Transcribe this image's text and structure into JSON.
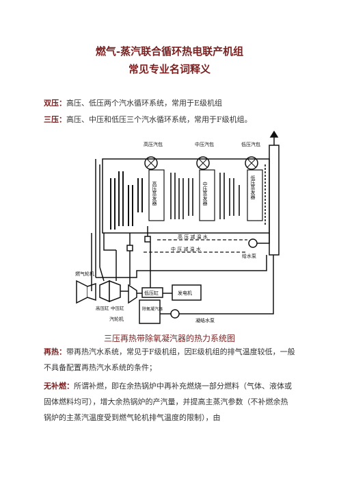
{
  "title_line1": "燃气-蒸汽联合循环热电联产机组",
  "title_line2": "常见专业名词释义",
  "definitions": [
    {
      "term": "双压：",
      "text": "高压、低压两个汽水循环系统，常用于E级机组"
    },
    {
      "term": "三压：",
      "text": "高压、中压和低压三个汽水循环系统，常用于F级机组。"
    }
  ],
  "diagram": {
    "labels": {
      "hp_drum": "高压汽包",
      "ip_drum": "中压汽包",
      "lp_drum": "低压汽包",
      "hp_evap": "高压蒸发器",
      "ip_evap": "中压蒸发器",
      "lp_evap": "低压蒸发器",
      "hp_desuper": "高 压 减 温 水",
      "ip_desuper": "中 压 减 温 水",
      "feed_pump": "给水泵",
      "gas_turbine": "燃气轮机",
      "hp_cyl": "高压缸",
      "ip_cyl": "中压缸",
      "steam_turbine": "汽轮机",
      "lp_cyl": "低压缸",
      "generator": "发电机",
      "deaerator": "除氧凝汽器",
      "condensate_pump": "凝结水泵"
    }
  },
  "caption": "三压再热带除氧凝汽器的热力系统图",
  "reheat": {
    "term": "再热：",
    "text": "带再热汽水系统，常见于F级机组，因E级机组的排气温度较低，一般不具备配置再热汽水系统的条件；"
  },
  "no_supplementary": {
    "term": "无补燃：",
    "text": "所谓补燃，即在余热锅炉中再补充燃烧一部分燃料（气体、液体或固体燃料均可），增大余热锅炉的产汽量，并提高主蒸汽参数（不补燃余热锅炉的主蒸汽温度受到燃气轮机排气温度的限制），由"
  }
}
